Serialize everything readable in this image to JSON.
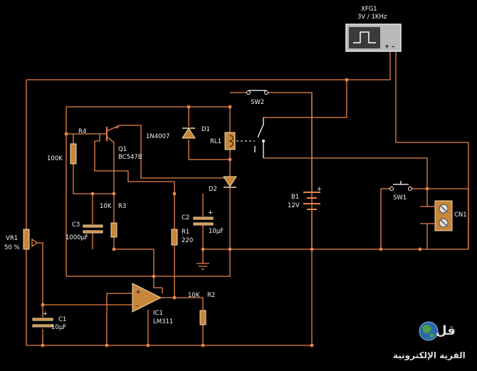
{
  "instrument": {
    "ref": "XFG1",
    "setting": "3V / 1KHz",
    "plus": "+",
    "minus": "–"
  },
  "components": {
    "R4": {
      "ref": "R4",
      "value": "100K"
    },
    "Q1": {
      "ref": "Q1",
      "part": "BC547B"
    },
    "D1": {
      "ref": "D1",
      "part": "1N4007"
    },
    "D2": {
      "ref": "D2"
    },
    "SW2": {
      "ref": "SW2"
    },
    "RL1": {
      "ref": "RL1"
    },
    "R3": {
      "ref": "R3",
      "value": "10K"
    },
    "C3": {
      "ref": "C3",
      "value": "1000µF"
    },
    "C2": {
      "ref": "C2",
      "value": "10µF"
    },
    "R1": {
      "ref": "R1",
      "value": "220"
    },
    "B1": {
      "ref": "B1",
      "value": "12V"
    },
    "SW1": {
      "ref": "SW1"
    },
    "CN1": {
      "ref": "CN1"
    },
    "VR1": {
      "ref": "VR1",
      "value": "50 %"
    },
    "C1": {
      "ref": "C1",
      "value": "10µF"
    },
    "IC1": {
      "ref": "IC1",
      "part": "LM311"
    },
    "R2": {
      "ref": "R2",
      "value": "10K"
    }
  },
  "signs": {
    "plus": "+",
    "minus": "–"
  },
  "watermark": {
    "text": "القرية الإلكترونية",
    "mark": "قل"
  }
}
